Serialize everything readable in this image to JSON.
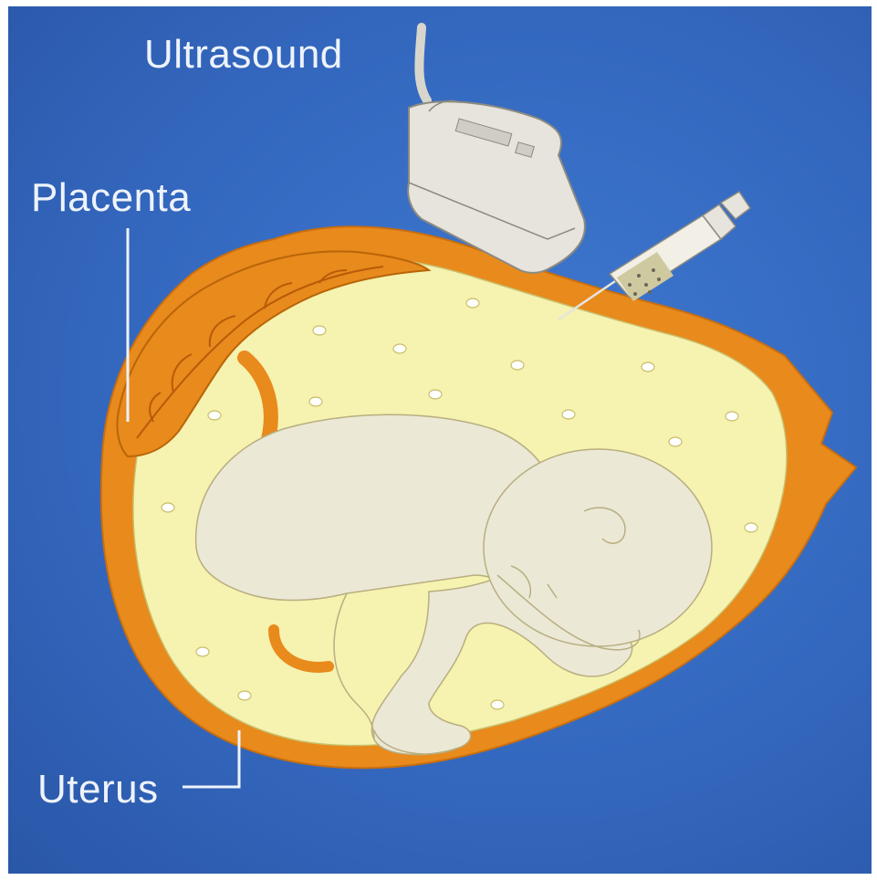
{
  "labels": {
    "ultrasound": "Ultrasound",
    "placenta": "Placenta",
    "uterus": "Uterus"
  },
  "colors": {
    "background": "#3468bf",
    "uterus_wall": "#e88a1c",
    "amniotic_fluid": "#f6f2b0",
    "fetus": "#ece8d6",
    "label_text": "#eef3fb"
  }
}
